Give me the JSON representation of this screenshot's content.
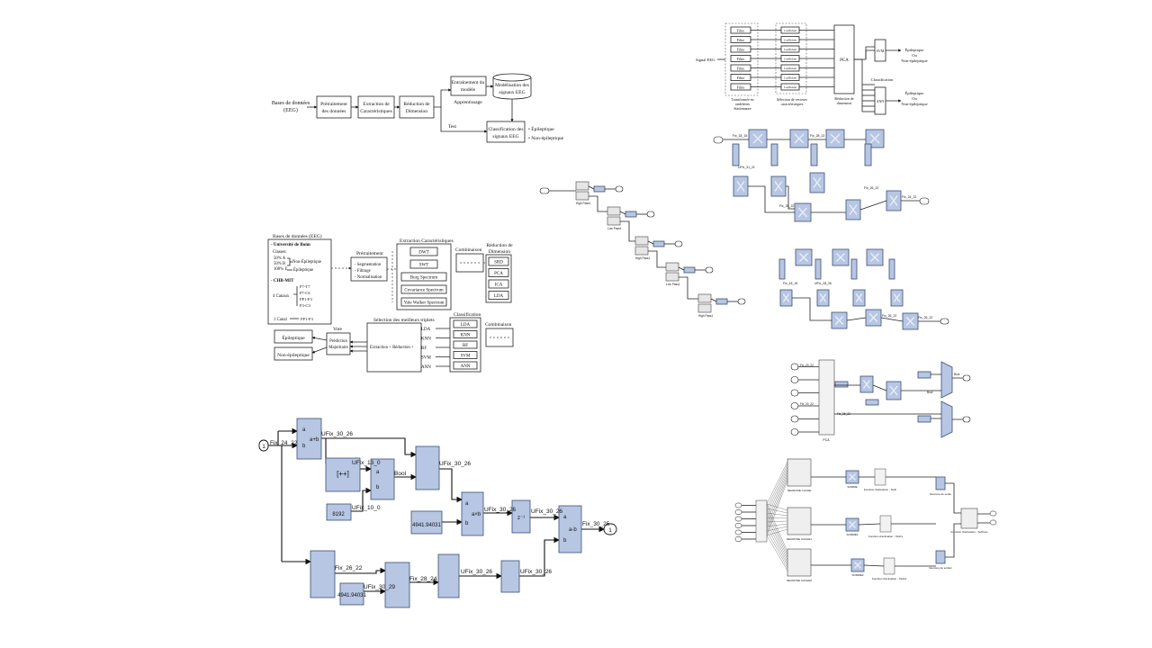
{
  "d1": {
    "input": [
      "Bases de données",
      "(EEG)"
    ],
    "pretraitement": [
      "Prétraitement",
      "des données"
    ],
    "extraction": [
      "Extraction de",
      "Caractéristiques"
    ],
    "reduction": [
      "Réduction de",
      "Dimension"
    ],
    "entrainement": [
      "Entrainement du",
      "modèle"
    ],
    "apprentissage": "Apprentissage",
    "modelisation": [
      "Modélisation des",
      "signaux EEG"
    ],
    "test": "Test",
    "classification": [
      "Classification des",
      "signaux EEG"
    ],
    "out1": "• Épileptique",
    "out2": "• Non-épileptique"
  },
  "d2": {
    "signal": "Signal EEG",
    "filtre": "Filtre",
    "coef": "Coefficient",
    "pca": "PCA",
    "svm": "SVM",
    "ann": "ANN",
    "classification": "Classification",
    "out_ep": [
      "Épileptique",
      "Ou",
      "Non-épileptique"
    ],
    "lbl_transform": [
      "Transformée en",
      "ondelettes",
      "Stationnaire"
    ],
    "lbl_selection": [
      "Sélection de vecteurs",
      "caractéristiques"
    ],
    "lbl_reduction": [
      "Réduction de",
      "dimension"
    ]
  },
  "d3": {
    "db_title": "Bases de données (EEG)",
    "bonn": "- Université de Bonn",
    "classes": "Classes:",
    "c1": "50% A",
    "c2": "50% B",
    "c3": "100% E",
    "nonep": "Non-Épileptique",
    "ep": "Épileptique",
    "chb": "- CHB-MIT",
    "canaux": "4 Canaux",
    "ch": [
      "F7-T7",
      "P7-O1",
      "FP1-F3",
      "F3-C3"
    ],
    "canal": "1 Canal",
    "ch1": "FP1-F3",
    "pre_title": "Prétraitement",
    "pre_items": [
      "- Segmentation",
      "- Filtrage",
      "- Normalisation"
    ],
    "ext_title": "Extraction Caractéristiques",
    "ext_items": [
      "DWT",
      "SWT",
      "Burg Spectrum",
      "Covariance Spectrum",
      "Yule Walker Spectrum"
    ],
    "comb": "Combinaison",
    "red_title": [
      "Réduction de",
      "Dimension"
    ],
    "red_items": [
      "SRD",
      "PCA",
      "ICA",
      "LDA"
    ],
    "sel_title": "Sélection des meilleurs triplets",
    "sel_items": [
      "LDA",
      "KNN",
      "RF",
      "SVM",
      "ANN"
    ],
    "extraction_red": "Extraction + Réduction +",
    "cls_title": "Classification",
    "cls_items": [
      "LDA",
      "KNN",
      "RF",
      "SVM",
      "ANN"
    ],
    "comb2": "Combinaison",
    "vote": "Vote",
    "pred": [
      "Prédiction",
      "Majoritaire"
    ],
    "out_ep": "Épileptique",
    "out_nonep": "Non-épileptique"
  },
  "d4": {
    "labels": [
      "High Pass1",
      "Low Pass1",
      "High Pass1",
      "Low Pass1",
      "High Pass1",
      "Low Pass1",
      "High Pass1",
      "Low Pass1"
    ]
  },
  "d5": {
    "labels": [
      "Fix_18_15",
      "UFix_31_21",
      "Fix_26_22",
      "Fix_28_22",
      "Fix_26_22",
      "Fix_24_22"
    ]
  },
  "d6": {
    "labels": [
      "Fix_18_15",
      "UFix_28_26",
      "Fix_26_22",
      "Fix_26_22"
    ]
  },
  "d7": {
    "labels": [
      "Fix_20_22",
      "Fix_20_22",
      "Fix_26_22",
      "Bool",
      "Bool",
      "PCA"
    ]
  },
  "d8": {
    "labels": [
      "NEURONE CACHE",
      "NEURONE CACHE1",
      "NEURONE CACHE2",
      "SOMME",
      "SOMME1",
      "SOMME2",
      "Fonction d'activation - Tanh",
      "Fonction d'activation - Tanh1",
      "Fonction d'activation - Tanh2",
      "Neurone de sortie",
      "Neurone de sortie1",
      "Fonction d'activation - Softmax"
    ]
  },
  "d9": {
    "in_port": "1",
    "out_port": "1",
    "labels": [
      "Fix_24_22",
      "UFix_30_26",
      "UFix_13_0",
      "UFix_10_0",
      "Bool",
      "UFix_30_26",
      "UFix_30_26",
      "Fix_30_25",
      "Fix_26_22",
      "UFix_30_29",
      "Fix_28_24",
      "UFix_30_26",
      "UFix_30_26",
      "UFix_30_26"
    ],
    "const1": "8192",
    "const2": "4941.94031",
    "const3": "4941.94031",
    "ops": [
      "a",
      "b",
      "a+b",
      "a",
      "b",
      "a",
      "b",
      "a×b",
      "a",
      "b",
      "z⁻¹",
      "a-b"
    ]
  }
}
